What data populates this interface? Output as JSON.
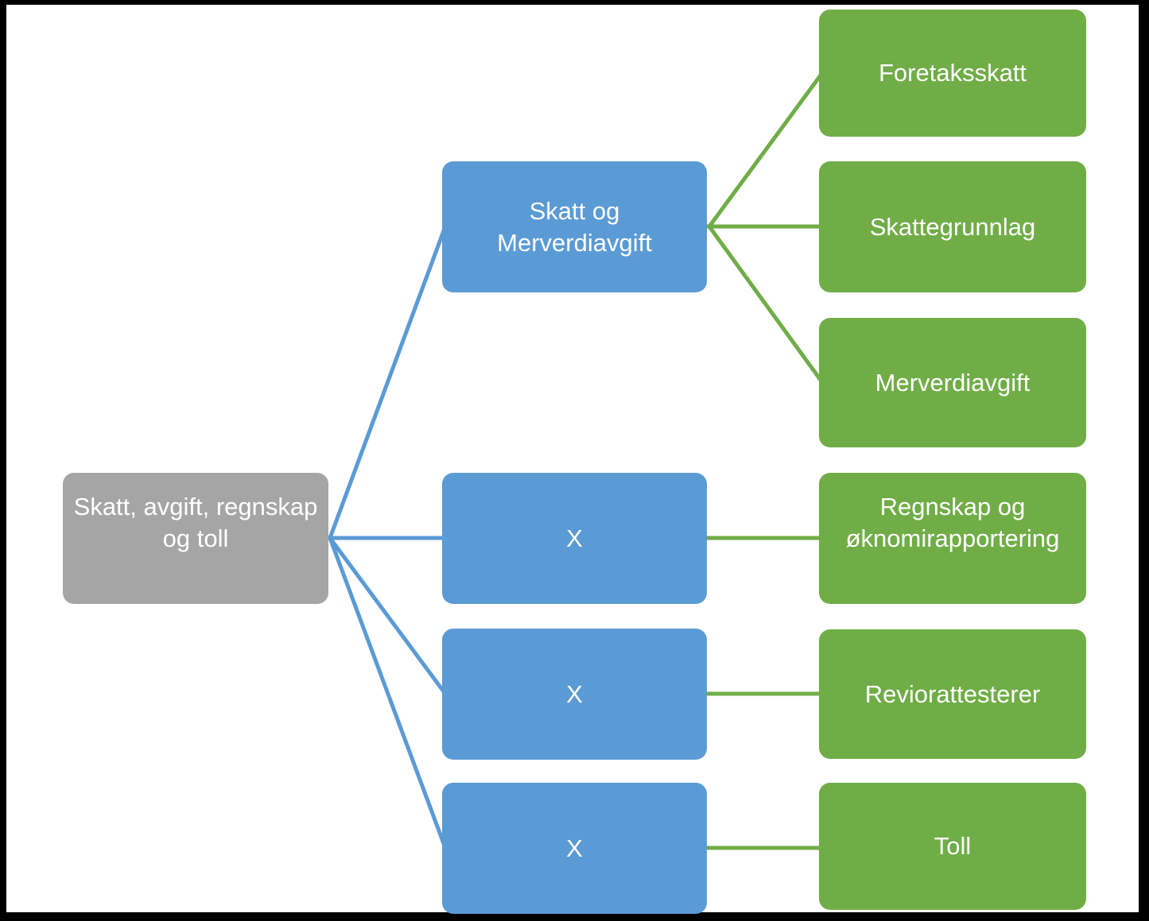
{
  "diagram": {
    "type": "hierarchy",
    "colors": {
      "frame": "#000000",
      "background": "#ffffff",
      "root_fill": "#A5A5A5",
      "level2_fill": "#5B9BD5",
      "level3_fill": "#70AD47",
      "connector_blue": "#5B9BD5",
      "connector_green": "#70AD47",
      "text": "#ffffff"
    },
    "root": {
      "id": "root",
      "label": "Skatt, avgift, regnskap og toll"
    },
    "level2": [
      {
        "id": "l2-0",
        "label": "Skatt og Merverdiavgift"
      },
      {
        "id": "l2-1",
        "label": "X"
      },
      {
        "id": "l2-2",
        "label": "X"
      },
      {
        "id": "l2-3",
        "label": "X"
      }
    ],
    "level3": [
      {
        "id": "l3-0",
        "label": "Foretaksskatt"
      },
      {
        "id": "l3-1",
        "label": "Skattegrunnlag"
      },
      {
        "id": "l3-2",
        "label": "Merverdiavgift"
      },
      {
        "id": "l3-3",
        "label": "Regnskap og øknomirapportering"
      },
      {
        "id": "l3-4",
        "label": "Reviorattesterer"
      },
      {
        "id": "l3-5",
        "label": "Toll"
      }
    ],
    "edges": [
      {
        "from": "root",
        "to": "l2-0"
      },
      {
        "from": "root",
        "to": "l2-1"
      },
      {
        "from": "root",
        "to": "l2-2"
      },
      {
        "from": "root",
        "to": "l2-3"
      },
      {
        "from": "l2-0",
        "to": "l3-0"
      },
      {
        "from": "l2-0",
        "to": "l3-1"
      },
      {
        "from": "l2-0",
        "to": "l3-2"
      },
      {
        "from": "l2-1",
        "to": "l3-3"
      },
      {
        "from": "l2-2",
        "to": "l3-4"
      },
      {
        "from": "l2-3",
        "to": "l3-5"
      }
    ]
  }
}
